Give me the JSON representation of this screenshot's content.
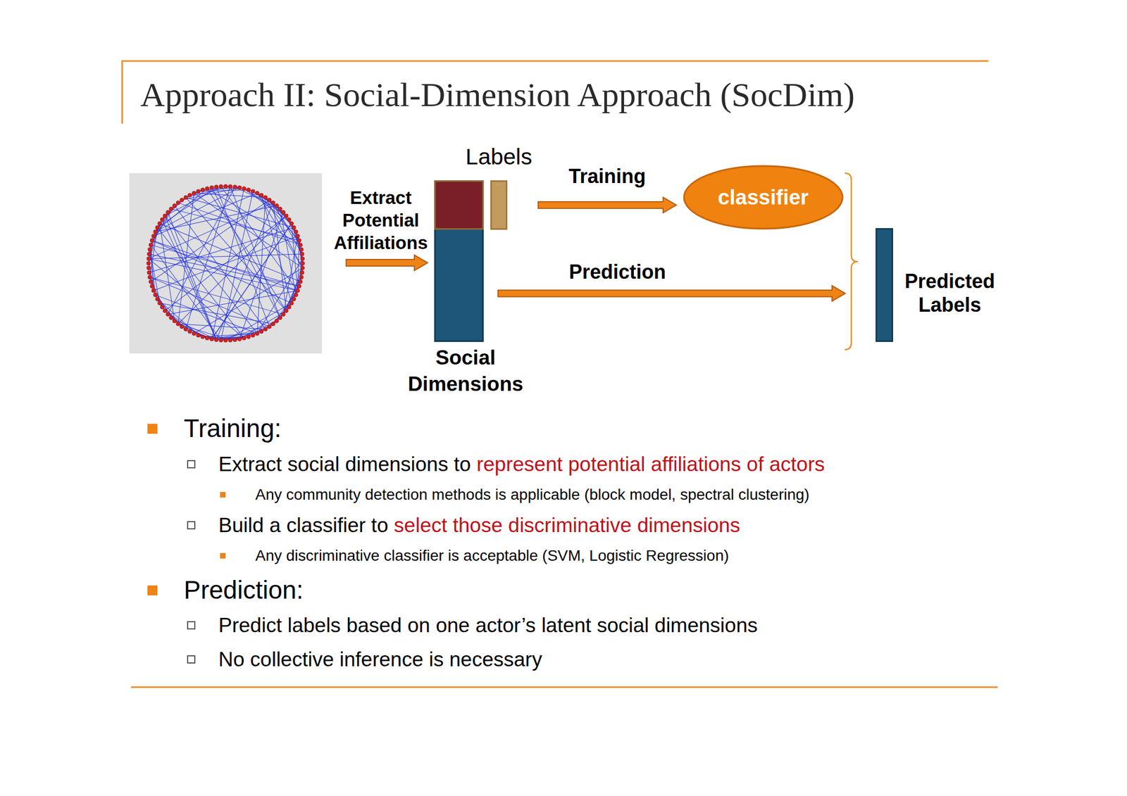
{
  "diagram": {
    "title": "Approach II: Social-Dimension Approach (SocDim)",
    "nodes": [
      {
        "text": [
          "Labels"
        ]
      },
      {
        "text": [
          "classifier"
        ]
      },
      {
        "text": [
          "Social Dimensions"
        ]
      },
      {
        "text": [
          "Predicted Labels"
        ]
      }
    ],
    "edges": [
      {
        "from": 0,
        "to": 1,
        "label": "Training",
        "arrow": "to"
      },
      {
        "from": 2,
        "to": 3,
        "label": "Prediction",
        "arrow": "to"
      }
    ],
    "labels": [
      "Extract Potential Affiliations",
      "Training:",
      "Extract social dimensions to",
      "represent potential affiliations of actors",
      "Any community detection methods is applicable (block model, spectral clustering)",
      "Build a classifier to",
      "select those discriminative dimensions",
      "Any discriminative classifier is acceptable (SVM, Logistic Regression)",
      "Prediction:",
      "Predict labels based on one actor’s latent social dimensions",
      "No collective inference is necessary"
    ]
  }
}
